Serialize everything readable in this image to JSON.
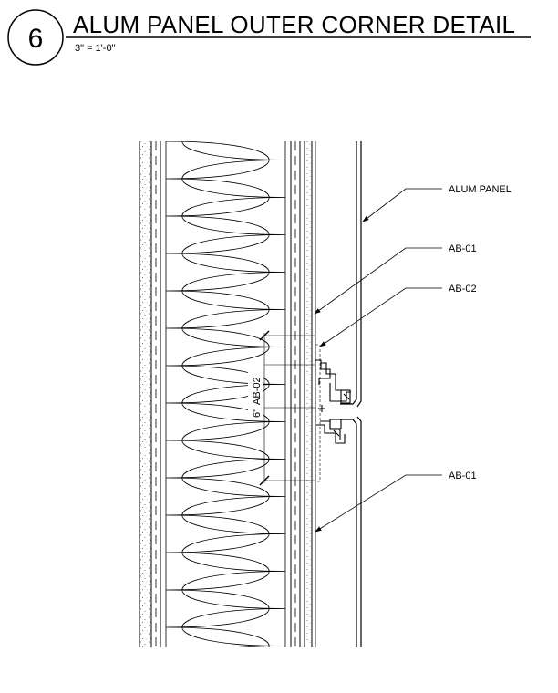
{
  "detail": {
    "number": "6",
    "title": "ALUM PANEL OUTER CORNER DETAIL",
    "scale": "3\" = 1'-0\""
  },
  "callouts": [
    {
      "id": "alum-panel",
      "text": "ALUM PANEL"
    },
    {
      "id": "ab-01-upper",
      "text": "AB-01"
    },
    {
      "id": "ab-02",
      "text": "AB-02"
    },
    {
      "id": "ab-01-lower",
      "text": "AB-01"
    }
  ],
  "dimension": {
    "value": "6\"",
    "tag": "AB-02"
  },
  "colors": {
    "line": "#000000",
    "background": "#ffffff"
  }
}
